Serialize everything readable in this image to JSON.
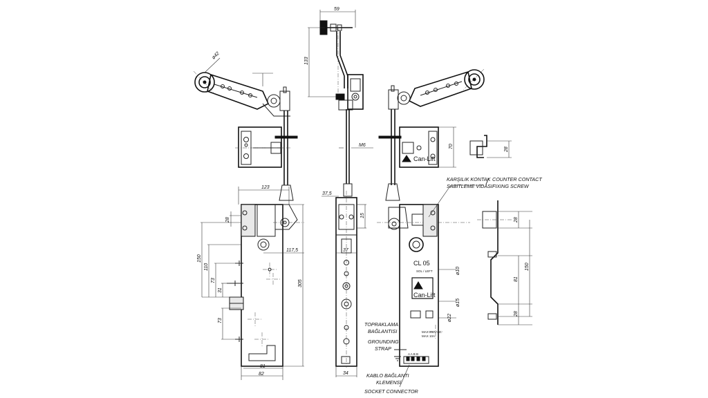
{
  "dimensions": {
    "d_59": "59",
    "d_133": "133",
    "d_phi42": "ø42",
    "d_m6": "M6",
    "d_70": "70",
    "d_28_top": "28",
    "d_123": "123",
    "d_28_left": "28",
    "d_37_5": "37,5",
    "d_15": "15",
    "d_117_5": "117,5",
    "d_37": "37",
    "d_150_left": "150",
    "d_110": "110",
    "d_73_a": "73",
    "d_31": "31",
    "d_305": "305",
    "d_73_b": "73",
    "d_81_bottom": "81",
    "d_82": "82",
    "d_34": "34",
    "d_phi10": "ø10",
    "d_phi15": "ø15",
    "d_phi22": "ø22",
    "d_28_r1": "28",
    "d_81_r": "81",
    "d_150_r": "150",
    "d_28_r2": "28"
  },
  "labels": {
    "karsilik_1": "KARŞILIK KONTAK",
    "karsilik_2": "SABİTLEME VİDASI",
    "counter_1": "COUNTER CONTACT",
    "counter_2": "FIXING SCREW",
    "slash": "/",
    "topraklama_1": "TOPRAKLAMA",
    "topraklama_2": "BAĞLANTISI",
    "grounding_1": "GROUNDING",
    "grounding_2": "STRAP",
    "kablo_1": "KABLO  BAĞLANTI",
    "kablo_2": "KLEMENSİ",
    "socket": "SOCKET CONNECTOR"
  },
  "device": {
    "model": "CL 05",
    "sub_model": "SOL / LEFT",
    "brand_upper": "Can-Lift",
    "brand_main": "Can-Lift",
    "terminal_marks": "A  A    B  B",
    "rating_1": "MAX 250V AC",
    "rating_2": "MAX 10A"
  }
}
